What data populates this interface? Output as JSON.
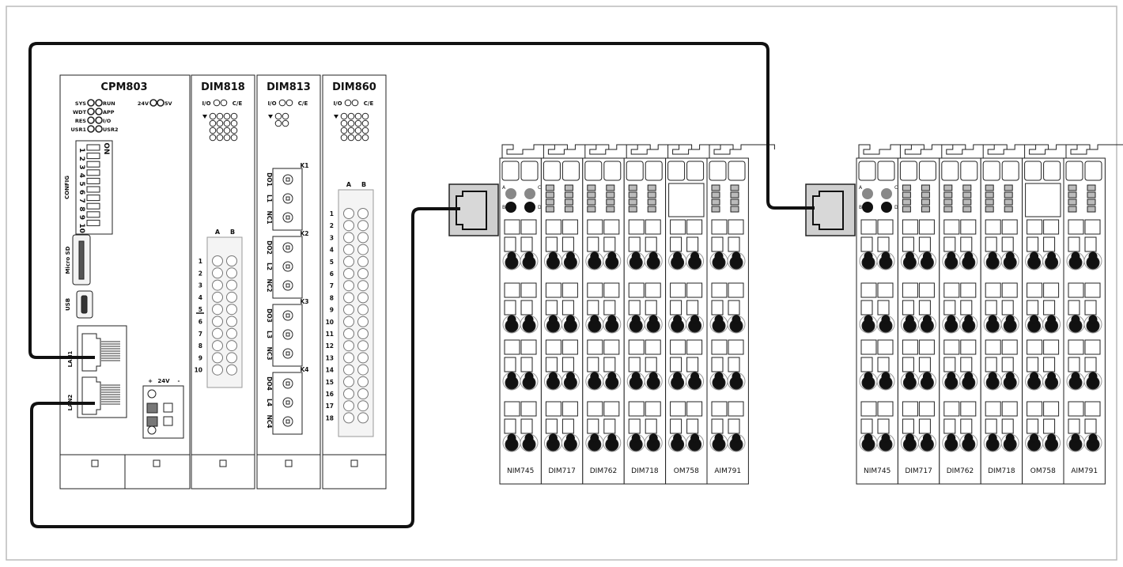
{
  "cpu": {
    "title": "CPM803",
    "leds_left": [
      "SYS",
      "WDT",
      "RES",
      "USR1"
    ],
    "leds_right": [
      "RUN",
      "APP",
      "I/O",
      "USR2"
    ],
    "power_leds": [
      "24V",
      "5V"
    ],
    "config_label": "CONFIG",
    "dip_on_label": "ON",
    "dip_numbers": [
      "1",
      "2",
      "3",
      "4",
      "5",
      "6",
      "7",
      "8",
      "9",
      "10"
    ],
    "microsd_label": "Micro SD",
    "usb_label": "USB",
    "lan_labels": [
      "LAN1",
      "LAN2"
    ],
    "power_labels": [
      "+",
      "24V",
      "-"
    ]
  },
  "modules": [
    {
      "title": "DIM818",
      "led_labels": [
        "I/O",
        "C/E"
      ],
      "columns": [
        "A",
        "B"
      ],
      "rows": [
        "1",
        "2",
        "3",
        "4",
        "5",
        "6",
        "7",
        "8",
        "9",
        "10"
      ]
    },
    {
      "title": "DIM813",
      "led_labels": [
        "I/O",
        "C/E"
      ],
      "relays": [
        {
          "k": "K1",
          "pins": [
            "DO1",
            "L1",
            "NC1"
          ]
        },
        {
          "k": "K2",
          "pins": [
            "DO2",
            "L2",
            "NC2"
          ]
        },
        {
          "k": "K3",
          "pins": [
            "DO3",
            "L3",
            "NC3"
          ]
        },
        {
          "k": "K4",
          "pins": [
            "DO4",
            "L4",
            "NC4"
          ]
        }
      ]
    },
    {
      "title": "DIM860",
      "led_labels": [
        "I/O",
        "C/E"
      ],
      "columns": [
        "A",
        "B"
      ],
      "rows": [
        "1",
        "2",
        "3",
        "4",
        "5",
        "6",
        "7",
        "8",
        "9",
        "10",
        "11",
        "12",
        "13",
        "14",
        "15",
        "16",
        "17",
        "18"
      ]
    }
  ],
  "rails": [
    {
      "nim_leds": [
        "A",
        "B",
        "C",
        "D"
      ],
      "modules": [
        "NIM745",
        "DIM717",
        "DIM762",
        "DIM718",
        "OM758",
        "AIM791"
      ]
    },
    {
      "nim_leds": [
        "A",
        "B",
        "C",
        "D"
      ],
      "modules": [
        "NIM745",
        "DIM717",
        "DIM762",
        "DIM718",
        "OM758",
        "AIM791"
      ]
    }
  ],
  "colors": {
    "cable": "#111111",
    "frame": "#bbbbbb",
    "led_gray": "#8a8a8a",
    "rj45_fill": "#cfcfcf"
  }
}
